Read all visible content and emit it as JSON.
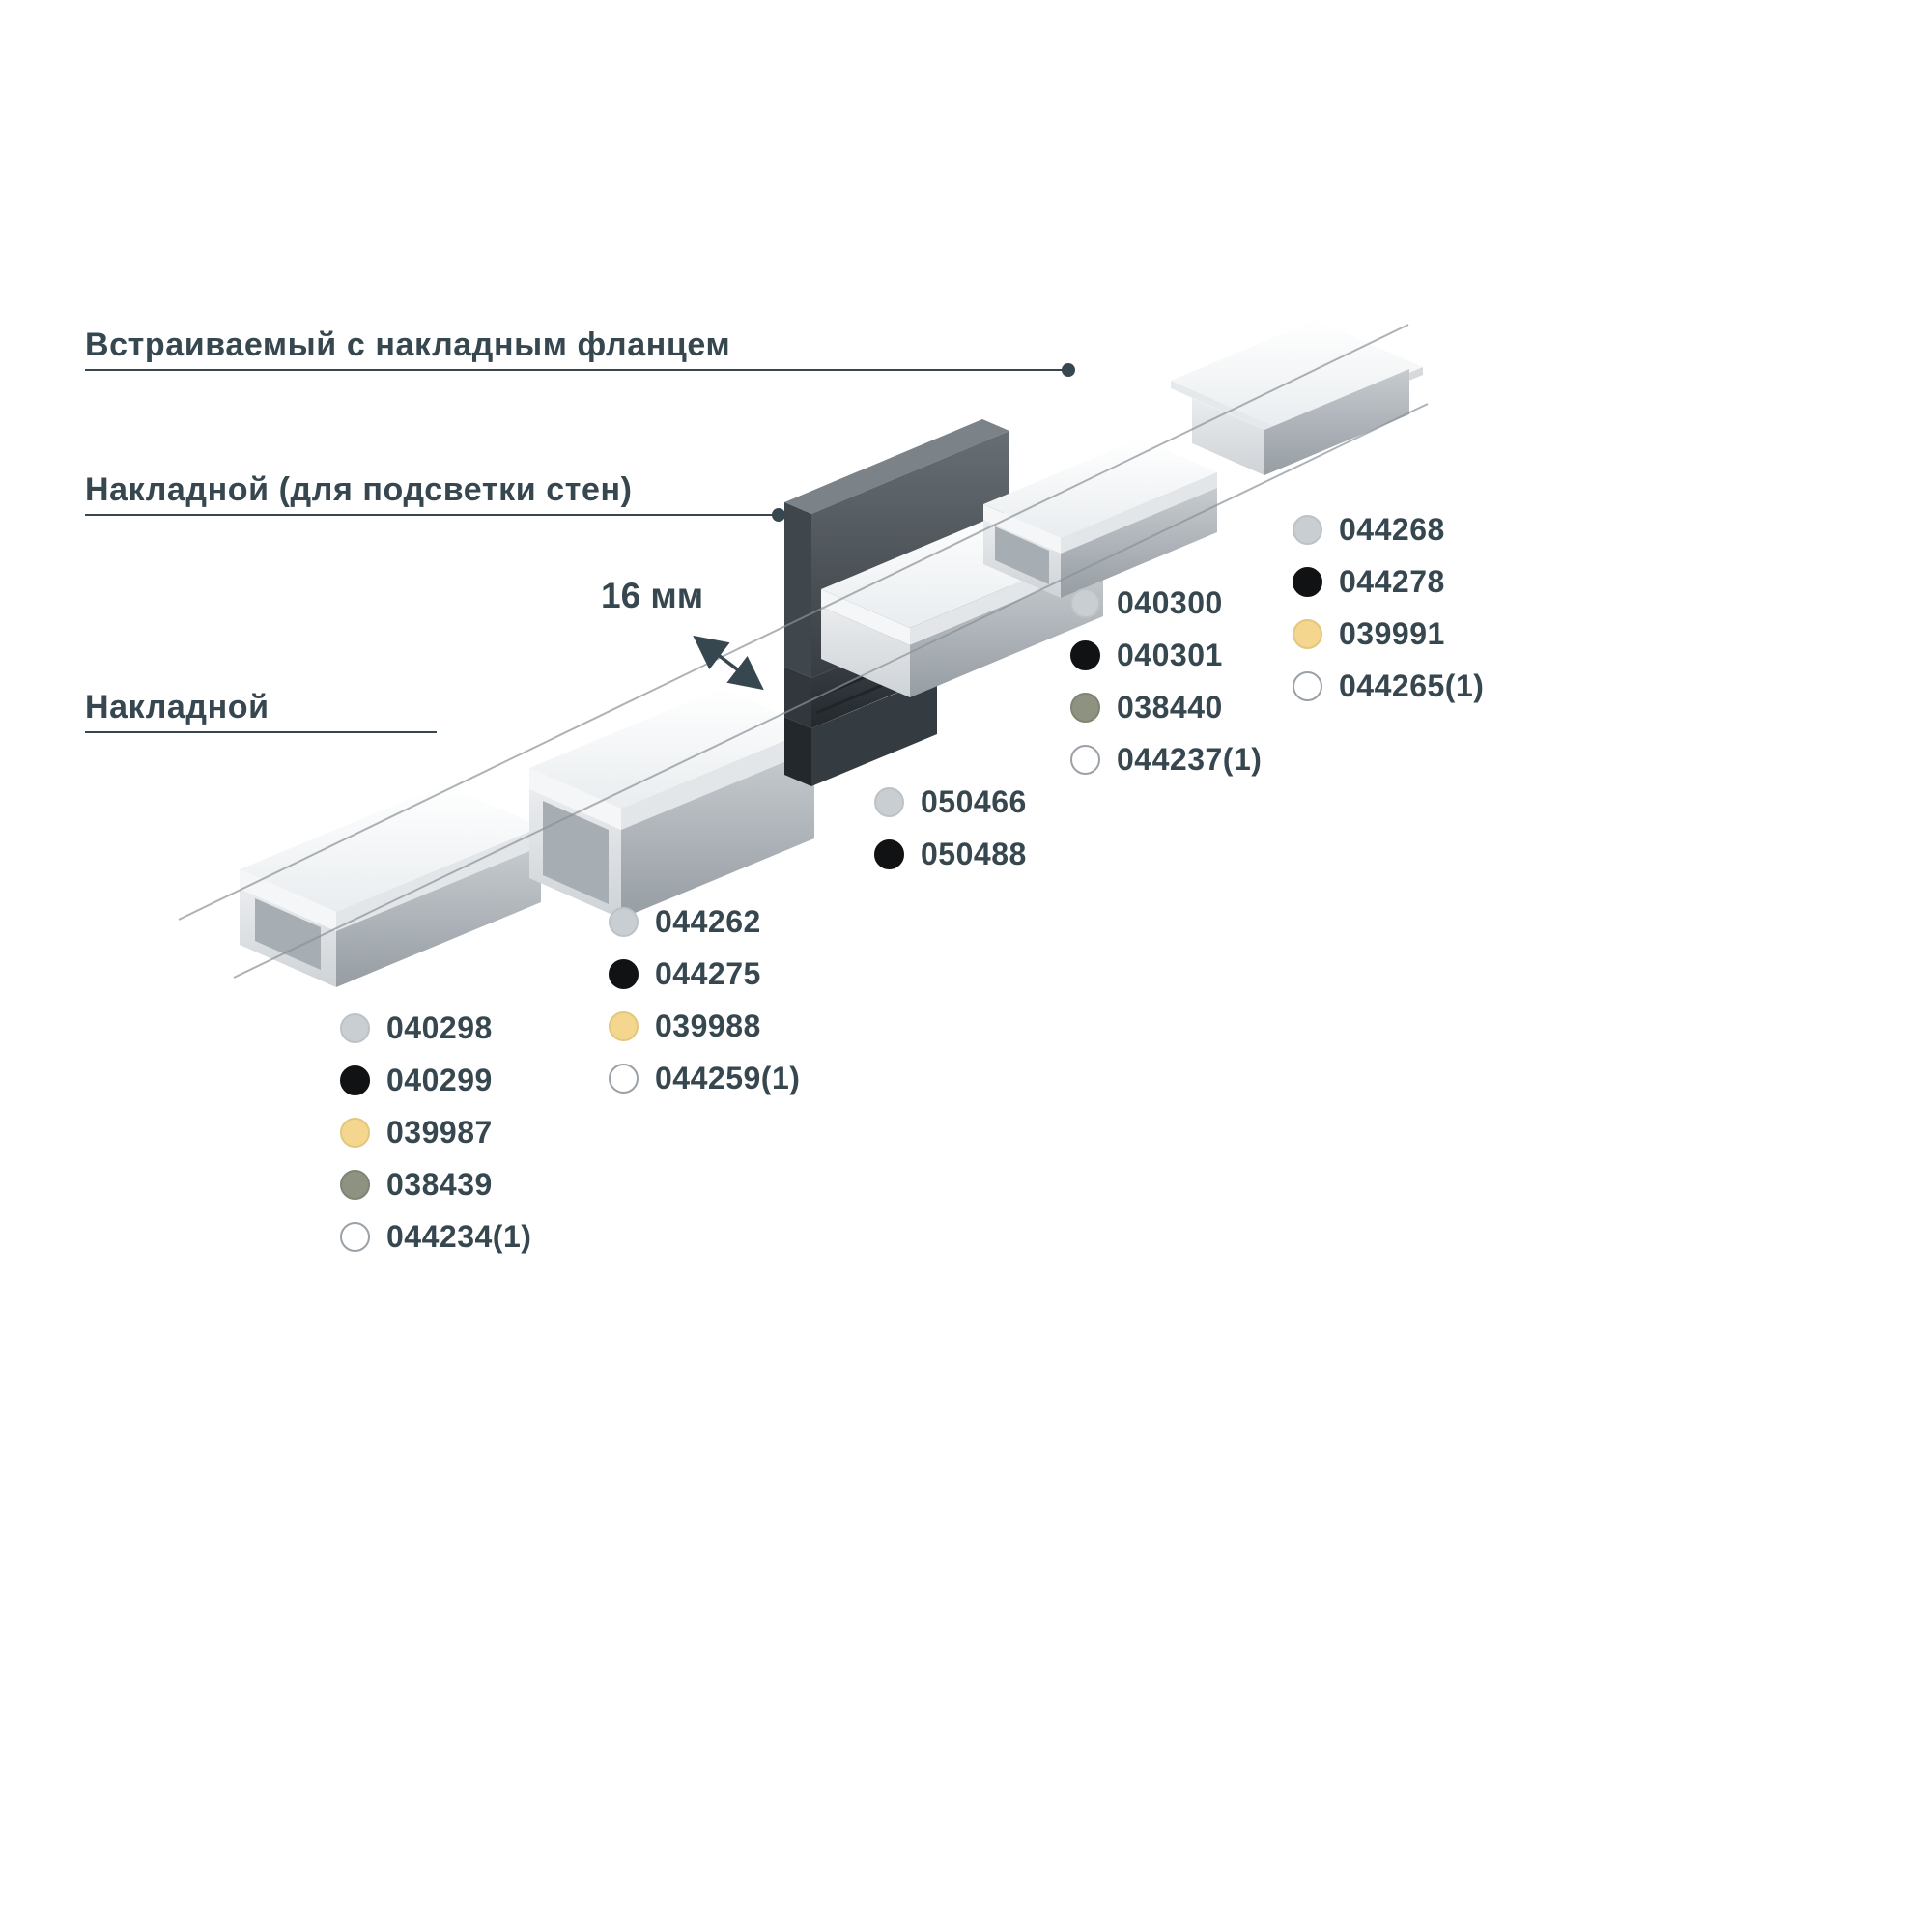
{
  "colors": {
    "text": "#37474f",
    "leader_line": "#37474f",
    "construction_line": "#8a9298",
    "swatch_gray": "#c9ced2",
    "swatch_gray_border": "#bcc2c6",
    "swatch_black": "#101214",
    "swatch_black_border": "#101214",
    "swatch_gold": "#f4d68e",
    "swatch_gold_border": "#e2c77f",
    "swatch_olive": "#8d9380",
    "swatch_olive_border": "#7f8573",
    "swatch_white": "#ffffff",
    "swatch_white_border": "#9aa1a7"
  },
  "labels": {
    "recessed_flange": "Встраиваемый с накладным фланцем",
    "surface_wall": "Накладной (для подсветки стен)",
    "surface": "Накладной"
  },
  "dimension": {
    "text": "16 мм"
  },
  "code_groups": [
    {
      "profile": "surface-low",
      "items": [
        {
          "color": "gray",
          "code": "040298"
        },
        {
          "color": "black",
          "code": "040299"
        },
        {
          "color": "gold",
          "code": "039987"
        },
        {
          "color": "olive",
          "code": "038439"
        },
        {
          "color": "white",
          "code": "044234(1)"
        }
      ]
    },
    {
      "profile": "surface-high",
      "items": [
        {
          "color": "gray",
          "code": "044262"
        },
        {
          "color": "black",
          "code": "044275"
        },
        {
          "color": "gold",
          "code": "039988"
        },
        {
          "color": "white",
          "code": "044259(1)"
        }
      ]
    },
    {
      "profile": "wall-mount",
      "items": [
        {
          "color": "gray",
          "code": "050466"
        },
        {
          "color": "black",
          "code": "050488"
        }
      ]
    },
    {
      "profile": "recessed",
      "items": [
        {
          "color": "gray",
          "code": "040300"
        },
        {
          "color": "black",
          "code": "040301"
        },
        {
          "color": "olive",
          "code": "038440"
        },
        {
          "color": "white",
          "code": "044237(1)"
        }
      ]
    },
    {
      "profile": "recessed-flange",
      "items": [
        {
          "color": "gray",
          "code": "044268"
        },
        {
          "color": "black",
          "code": "044278"
        },
        {
          "color": "gold",
          "code": "039991"
        },
        {
          "color": "white",
          "code": "044265(1)"
        }
      ]
    }
  ]
}
